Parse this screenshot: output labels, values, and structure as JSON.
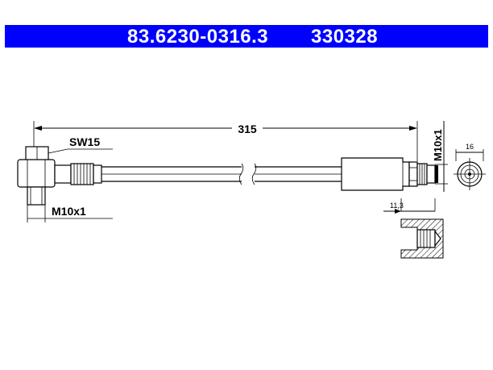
{
  "header": {
    "part_number": "83.6230-0316.3",
    "article_number": "330328"
  },
  "colors": {
    "header_bg": "#0000ff",
    "header_text": "#ffffff",
    "lines": "#000000"
  },
  "dimensions": {
    "length": "315",
    "wrench_size": "SW15",
    "thread_left": "M10x1",
    "thread_right": "M10x1",
    "end_diameter": "16",
    "end_offset": "11,3"
  }
}
